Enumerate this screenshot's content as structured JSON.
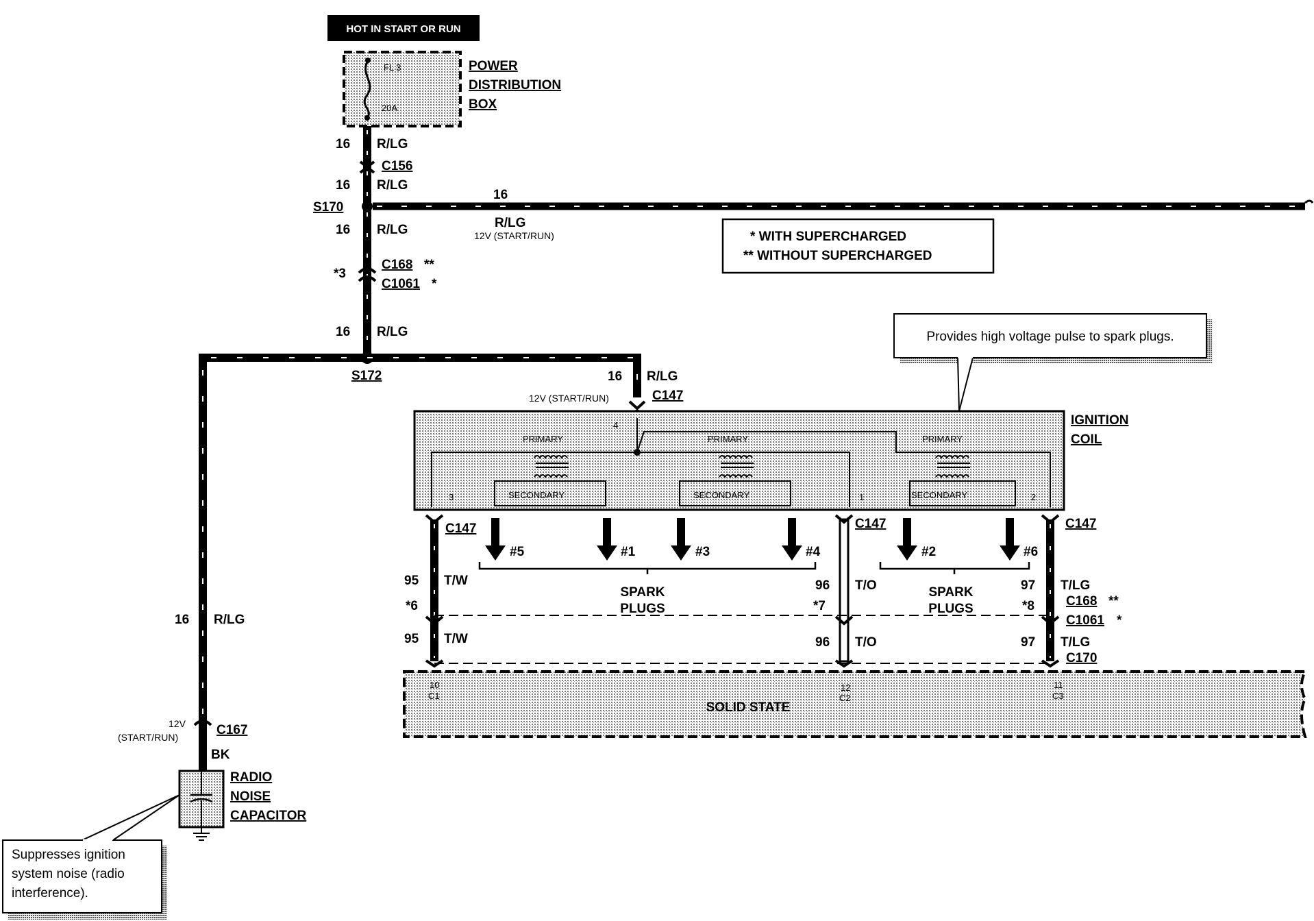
{
  "header": {
    "hot_label": "HOT IN START OR RUN"
  },
  "pdb": {
    "line1": "POWER",
    "line2": "DISTRIBUTION",
    "line3": "BOX",
    "fuse_name": "FL 3",
    "fuse_rating": "20A"
  },
  "legend": {
    "line1": "* WITH SUPERCHARGED",
    "line2": "** WITHOUT SUPERCHARGED"
  },
  "callouts": {
    "coil_note": "Provides high voltage pulse to spark plugs.",
    "cap_note_1": "Suppresses ignition",
    "cap_note_2": "system noise (radio",
    "cap_note_3": "interference)."
  },
  "wires": {
    "w16": "16",
    "rlg": "R/LG",
    "c156": "C156",
    "s170": "S170",
    "s172": "S172",
    "v12": "12V (START/RUN)",
    "c168": "C168",
    "c1061": "C1061",
    "star1": "*",
    "star2": "**",
    "pin3": "*3",
    "c147": "C147",
    "c167": "C167",
    "c170": "C170",
    "bk": "BK",
    "v12a": "12V",
    "v12b": "(START/RUN)",
    "w95": "95",
    "w96": "96",
    "w97": "97",
    "tw": "T/W",
    "to": "T/O",
    "tlg": "T/LG",
    "p6": "*6",
    "p7": "*7",
    "p8": "*8"
  },
  "coil": {
    "title1": "IGNITION",
    "title2": "COIL",
    "primary": "PRIMARY",
    "secondary": "SECONDARY",
    "pin4": "4",
    "pin3": "3",
    "pin1": "1",
    "pin2": "2"
  },
  "plugs": {
    "p5": "#5",
    "p1": "#1",
    "p3": "#3",
    "p4": "#4",
    "p2": "#2",
    "p6": "#6",
    "spark": "SPARK",
    "plugs_word": "PLUGS"
  },
  "module": {
    "label": "SOLID STATE",
    "c1_pin": "10",
    "c1": "C1",
    "c2_pin": "12",
    "c2": "C2",
    "c3_pin": "11",
    "c3": "C3"
  },
  "capacitor": {
    "line1": "RADIO",
    "line2": "NOISE",
    "line3": "CAPACITOR"
  }
}
